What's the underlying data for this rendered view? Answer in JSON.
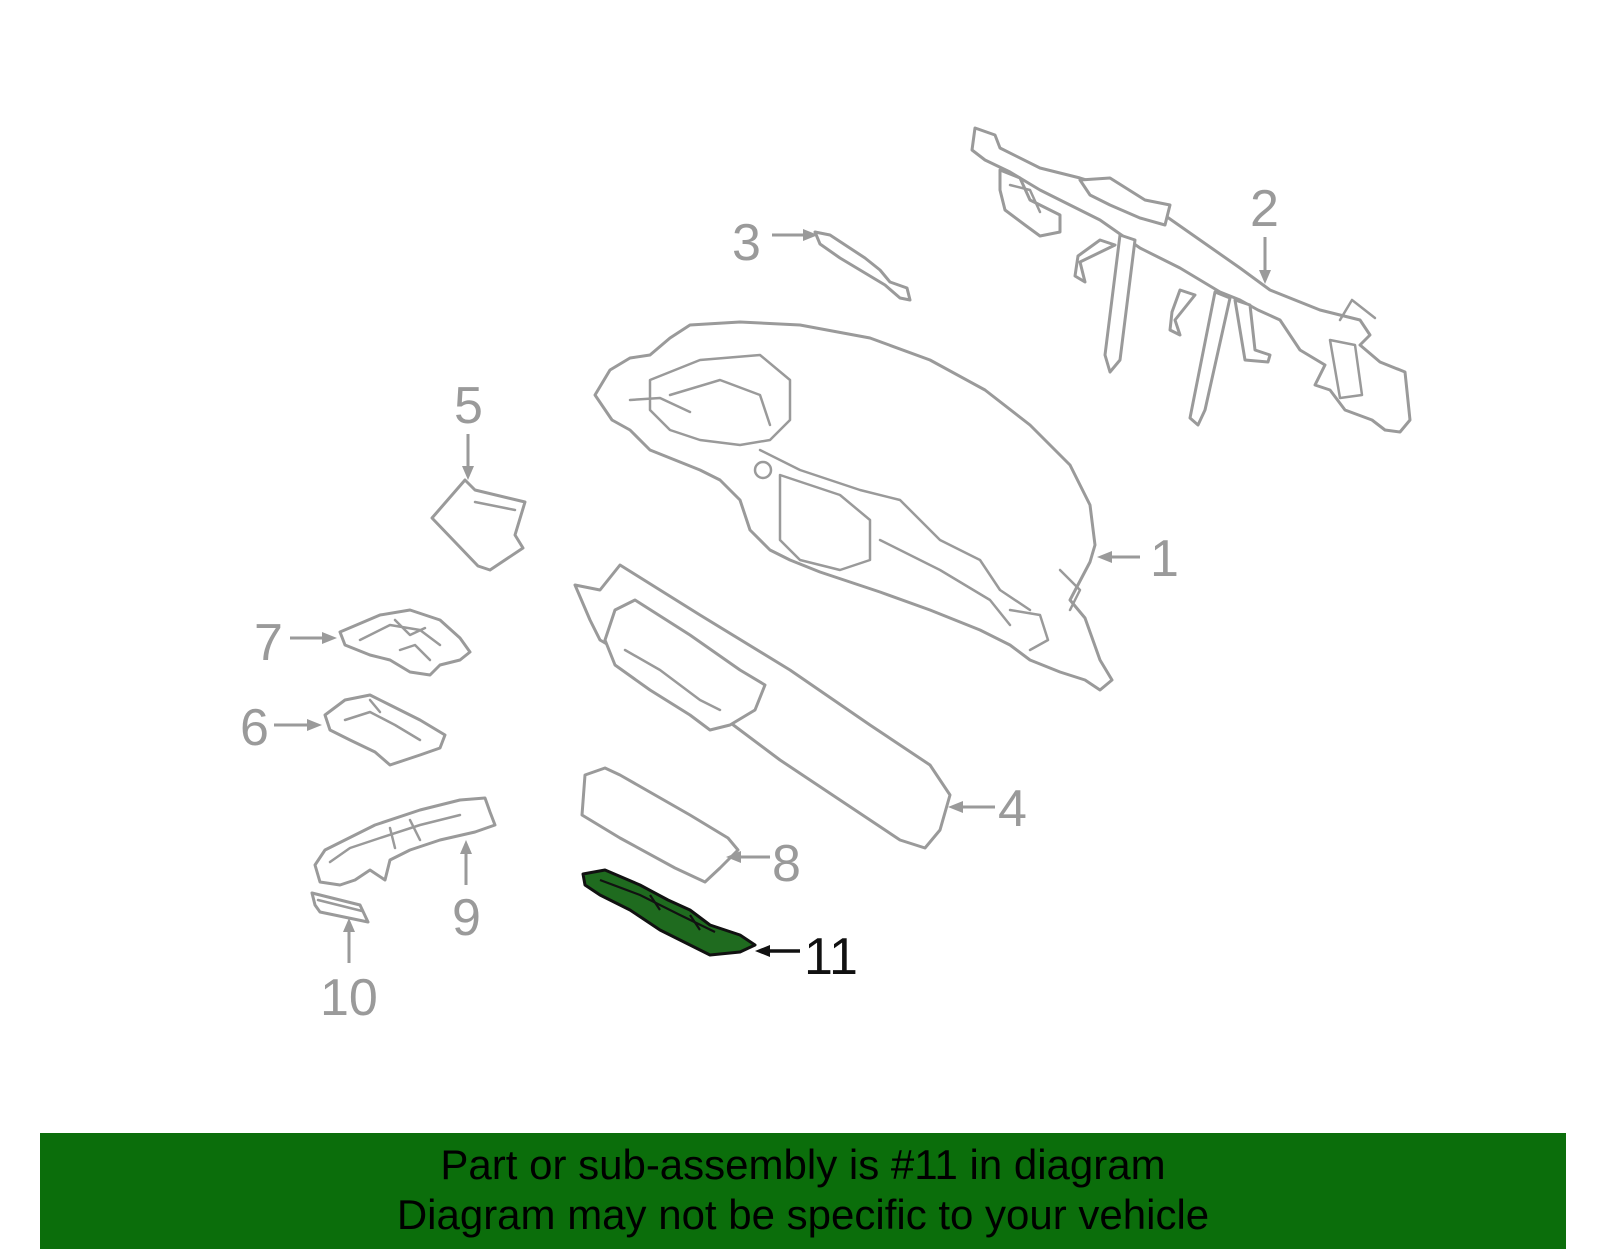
{
  "callouts": {
    "c1": "1",
    "c2": "2",
    "c3": "3",
    "c4": "4",
    "c5": "5",
    "c6": "6",
    "c7": "7",
    "c8": "8",
    "c9": "9",
    "c10": "10",
    "c11": "11"
  },
  "highlighted_part": "11",
  "colors": {
    "banner": "#0b6e0b",
    "highlight": "#1f6b1f",
    "line_art": "#9a9a9a"
  },
  "banner": {
    "line1": "Part or sub-assembly is #11 in diagram",
    "line2": "Diagram may not be specific to your vehicle"
  }
}
